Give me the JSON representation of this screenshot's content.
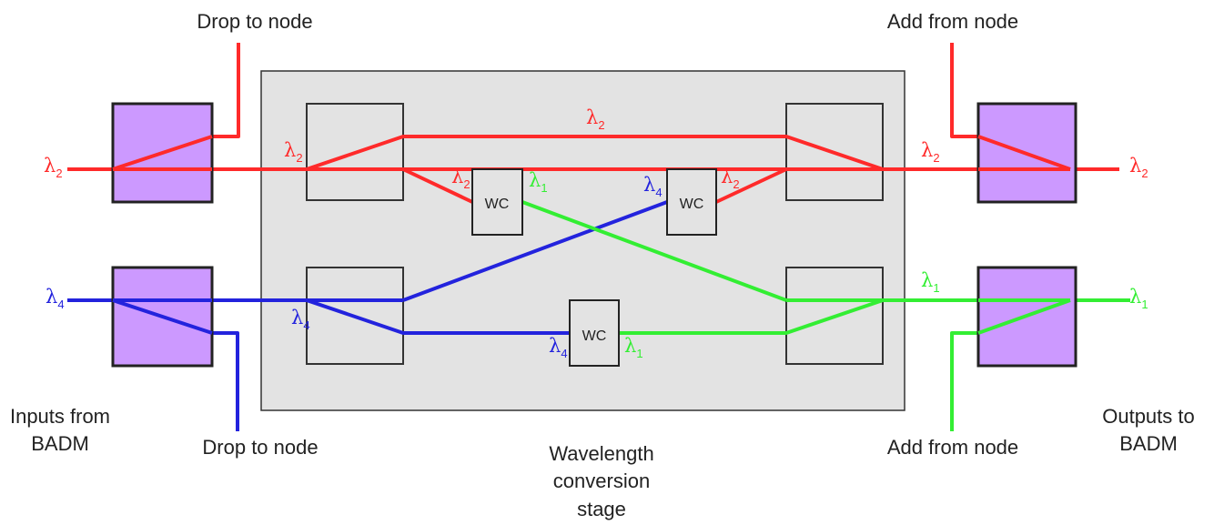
{
  "colors": {
    "red": "#ff2a2a",
    "blue": "#2323dd",
    "green": "#33ee33",
    "badm_fill": "#cc99ff",
    "stage_fill": "#e3e3e3"
  },
  "labels": {
    "drop_top": "Drop to node",
    "drop_bottom": "Drop to node",
    "add_top": "Add from node",
    "add_bottom": "Add from node",
    "inputs": [
      "Inputs from",
      "BADM"
    ],
    "outputs": [
      "Outputs to",
      "BADM"
    ],
    "stage": [
      "Wavelength",
      "conversion",
      "stage"
    ]
  },
  "wc_label": "WC",
  "wavelengths": {
    "symbol": "λ",
    "l1": "1",
    "l2": "2",
    "l4": "4"
  }
}
